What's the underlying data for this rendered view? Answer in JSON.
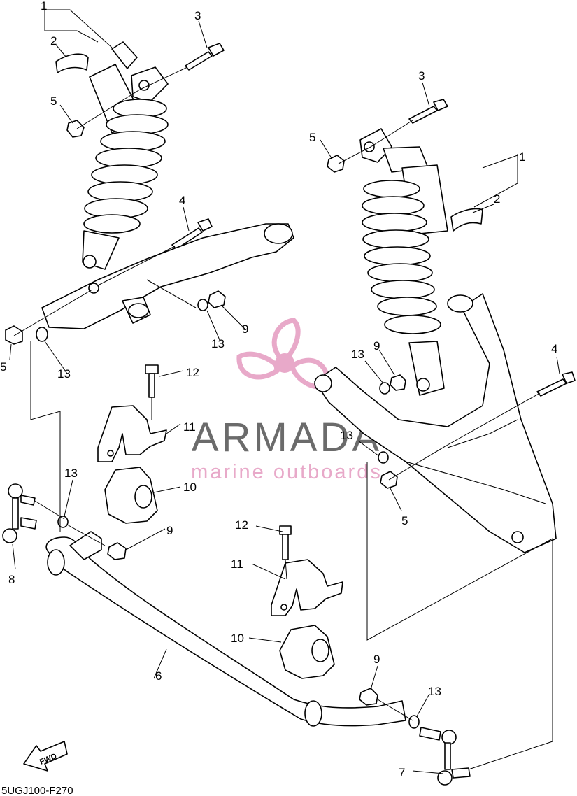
{
  "diagram": {
    "code": "5UGJ100-F270",
    "fwd_label": "FWD"
  },
  "watermark": {
    "name": "ARMADA",
    "subtitle": "marine outboards",
    "colors": {
      "gray": "#6b6b6b",
      "pink": "#e8a9c9",
      "pink_dark": "#d57fae"
    }
  },
  "callouts": {
    "l_1": "1",
    "l_2": "2",
    "l_3": "3",
    "l_5": "5",
    "l_4": "4",
    "l_5b": "5",
    "l_13a": "13",
    "l_13b": "13",
    "l_9a": "9",
    "r_3": "3",
    "r_5": "5",
    "r_1": "1",
    "r_2": "2",
    "r_13a": "13",
    "r_9": "9",
    "r_4": "4",
    "r_13b": "13",
    "r_5b": "5",
    "c_12a": "12",
    "c_11a": "11",
    "c_10a": "10",
    "c_13": "13",
    "c_8": "8",
    "c_9": "9",
    "c_12b": "12",
    "c_11b": "11",
    "c_10b": "10",
    "c_6": "6",
    "c_9b": "9",
    "c_13b": "13",
    "c_7": "7"
  }
}
